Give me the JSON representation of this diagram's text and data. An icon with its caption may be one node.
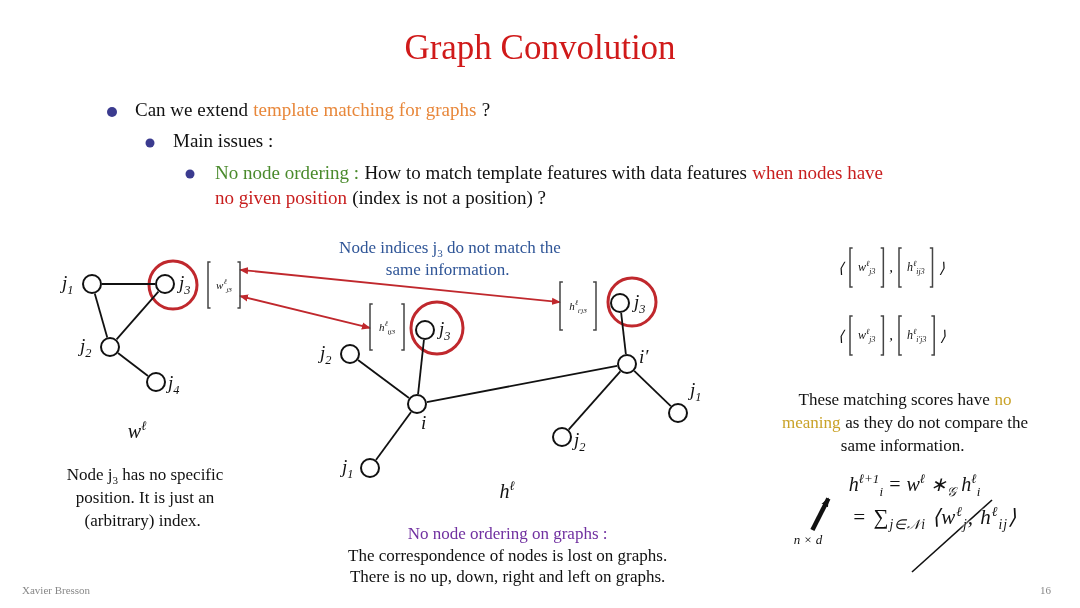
{
  "diagram": {
    "title": "Graph Convolution",
    "nodes": [
      {
        "text": [],
        "shape": "circle",
        "beside": [
          "j$_{1}$"
        ]
      },
      {
        "text": [],
        "shape": "circle",
        "beside": [
          "j$_{3}$"
        ]
      },
      {
        "text": [],
        "shape": "circle",
        "beside": [
          "j$_{2}$"
        ]
      },
      {
        "text": [],
        "shape": "circle",
        "beside": [
          "j$_{4}$"
        ]
      },
      {
        "text": [
          "w$^{ℓ}$$_{j3}$"
        ]
      },
      {
        "text": [
          "h$^{ℓ}$$_{ij3}$"
        ]
      },
      {
        "text": [],
        "shape": "circle",
        "beside": [
          "j$_{3}$"
        ]
      },
      {
        "text": [],
        "shape": "circle",
        "beside": [
          "j$_{2}$"
        ]
      },
      {
        "text": [],
        "shape": "circle",
        "beside": [
          "i"
        ]
      },
      {
        "text": [],
        "shape": "circle",
        "beside": [
          "j$_{1}$"
        ]
      },
      {
        "text": [
          "h$^{ℓ}$$_{i′j3}$"
        ]
      },
      {
        "text": [],
        "shape": "circle",
        "beside": [
          "j$_{3}$"
        ]
      },
      {
        "text": [],
        "shape": "circle",
        "beside": [
          "i′"
        ]
      },
      {
        "text": [],
        "shape": "circle",
        "beside": [
          "j$_{1}$"
        ]
      },
      {
        "text": [],
        "shape": "circle",
        "beside": [
          "j$_{2}$"
        ]
      },
      {
        "text": [
          "n × d"
        ]
      },
      {
        "text": [
          "h$^{ℓ+1}$$_{i}$ = w$^{ℓ}$ ∗$_{𝒢}$ h$^{ℓ}$$_{i}$"
        ]
      }
    ],
    "edges": [
      {
        "from": 0,
        "to": 1,
        "arrow": "none"
      },
      {
        "from": 0,
        "to": 2,
        "arrow": "none"
      },
      {
        "from": 2,
        "to": 1,
        "arrow": "none"
      },
      {
        "from": 2,
        "to": 3,
        "arrow": "none"
      },
      {
        "from": 4,
        "to": 10,
        "arrow": "both",
        "color": "#c0282d"
      },
      {
        "from": 4,
        "to": 5,
        "arrow": "both",
        "color": "#c0282d"
      },
      {
        "from": 8,
        "to": 7,
        "arrow": "none"
      },
      {
        "from": 8,
        "to": 6,
        "arrow": "none"
      },
      {
        "from": 8,
        "to": 9,
        "arrow": "none"
      },
      {
        "from": 8,
        "to": 12,
        "arrow": "none"
      },
      {
        "from": 12,
        "to": 11,
        "arrow": "none"
      },
      {
        "from": 12,
        "to": 13,
        "arrow": "none"
      },
      {
        "from": 12,
        "to": 14,
        "arrow": "none"
      },
      {
        "from": 15,
        "to": 16,
        "arrow": "to",
        "style": "thick"
      }
    ],
    "labels": [
      "Can we extend",
      "template matching for graphs",
      "?",
      "Main issues :",
      "No node ordering :",
      "How to match template features with data features",
      "when nodes have no given position",
      "(index is not a position) ?",
      "Node indices j$_{3}$ do not match the same information.",
      "w$^{ℓ}$",
      "Node j$_{3}$ has no specific position. It is just an (arbitrary) index.",
      "h$^{ℓ}$",
      "No node ordering on graphs :",
      "The correspondence of nodes is lost on graphs.",
      "There is no up, down, right and left on graphs.",
      "⟨",
      "w$^{ℓ}$$_{j3}$",
      ",",
      "h$^{ℓ}$$_{ij3}$",
      "⟩",
      "⟨",
      "w$^{ℓ}$$_{j3}$",
      ",",
      "h$^{ℓ}$$_{i′j3}$",
      "⟩",
      "These matching scores have",
      "no meaning",
      "as they do not compare the same information.",
      "= ∑$_{j∈𝒩i}$ ⟨w$^{ℓ}$$_{j}$, h$^{ℓ}$$_{ij}$⟩",
      "Xavier Bresson",
      "16"
    ]
  }
}
